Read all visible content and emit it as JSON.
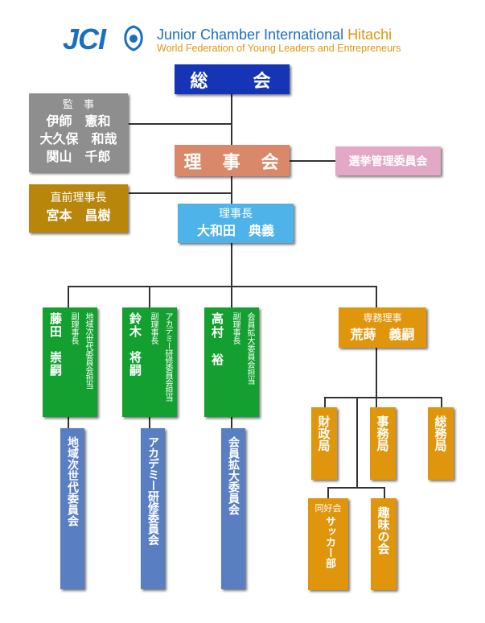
{
  "header": {
    "logo_text": "JCI",
    "org_name_en": "Junior Chamber International",
    "org_city": "Hitachi",
    "tagline": "World Federation of Young Leaders and Entrepreneurs"
  },
  "colors": {
    "navy": "#1535b6",
    "gray": "#8e8e8e",
    "salmon": "#d9896a",
    "pink": "#e3a8c6",
    "gold": "#b8860b",
    "sky": "#4db3e8",
    "green": "#14a030",
    "orange": "#e0960c",
    "steel": "#5a7ec2"
  },
  "general_assembly": {
    "label": "総　　会"
  },
  "auditors": {
    "title": "監　事",
    "names": [
      "伊師　憲和",
      "大久保　和哉",
      "関山　千郎"
    ]
  },
  "board": {
    "label": "理　事　会"
  },
  "election_committee": {
    "label": "選挙管理委員会"
  },
  "former_president": {
    "title": "直前理事長",
    "name": "宮本　昌樹"
  },
  "president": {
    "title": "理事長",
    "name": "大和田　典義"
  },
  "vice_presidents": [
    {
      "name": "藤田　崇嗣",
      "title": "副理事長",
      "role": "地域次世代委員会担当",
      "committee": "地域次世代委員会"
    },
    {
      "name": "鈴木　将嗣",
      "title": "副理事長",
      "role": "アカデミー研修委員会担当",
      "committee": "アカデミー研修委員会"
    },
    {
      "name": "高村　裕",
      "title": "副理事長",
      "role": "会員拡大委員会担当",
      "committee": "会員拡大委員会"
    }
  ],
  "managing_director": {
    "title": "専務理事",
    "name": "荒蒔　義嗣"
  },
  "bureaus": [
    {
      "label": "財政局"
    },
    {
      "label": "事務局"
    },
    {
      "label": "総務局"
    }
  ],
  "clubs": [
    {
      "small": "同好会",
      "label": "サッカー部"
    },
    {
      "label": "趣味の会"
    }
  ]
}
